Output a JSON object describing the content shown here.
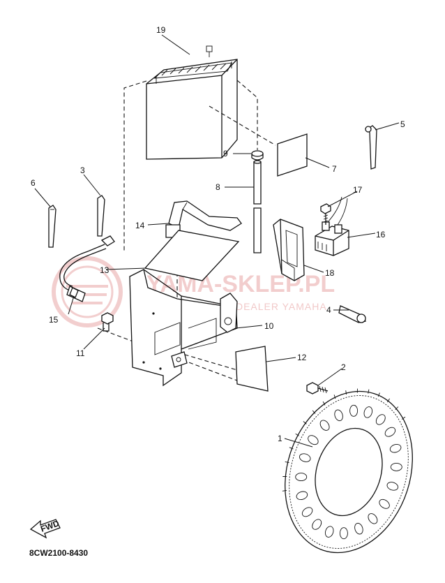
{
  "watermark": {
    "title": "YAMA-SKLEP.PL",
    "subtitle": "WEJŚCHODNI Z | DEALER YAMAHA"
  },
  "fwd_label": "FWD",
  "diagram_code": "8CW2100-8430",
  "part_numbers": {
    "p1": "1",
    "p2": "2",
    "p3": "3",
    "p4": "4",
    "p5": "5",
    "p6": "6",
    "p7": "7",
    "p8": "8",
    "p9": "9",
    "p10": "10",
    "p11": "11",
    "p12": "12",
    "p13": "13",
    "p14": "14",
    "p15": "15",
    "p16": "16",
    "p17": "17",
    "p18": "18",
    "p19": "19"
  },
  "colors": {
    "line": "#111111",
    "watermark": "#e8a5a5"
  }
}
